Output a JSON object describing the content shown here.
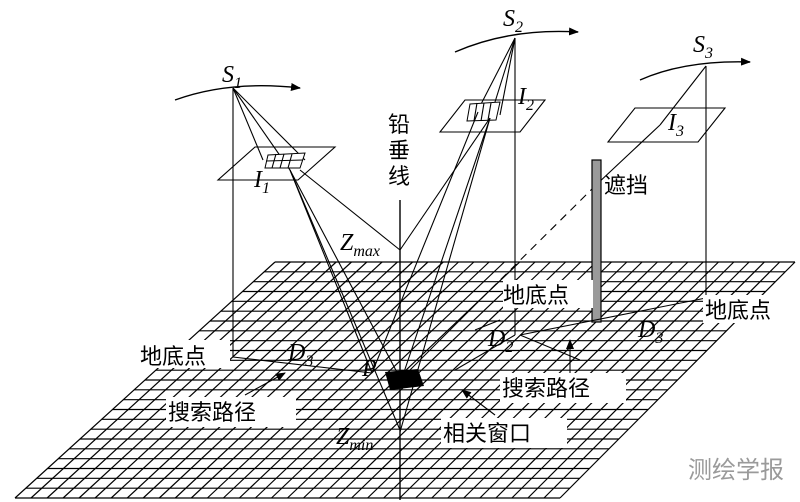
{
  "labels": {
    "s1": "S",
    "s1_sub": "1",
    "s2": "S",
    "s2_sub": "2",
    "s3": "S",
    "s3_sub": "3",
    "i1": "I",
    "i1_sub": "1",
    "i2": "I",
    "i2_sub": "2",
    "i3": "I",
    "i3_sub": "3",
    "plumb_line": "铅垂线",
    "z_max": "Z",
    "z_max_sub": "max",
    "z_min": "Z",
    "z_min_sub": "min",
    "p": "P",
    "occlusion": "遮挡",
    "nadir_left": "地底点",
    "nadir_mid": "地底点",
    "nadir_right": "地底点",
    "d3_left": "D",
    "d3_left_sub": "3",
    "d2": "D",
    "d2_sub": "2",
    "d3_right": "D",
    "d3_right_sub": "3",
    "search_path_left": "搜索路径",
    "search_path_right": "搜索路径",
    "correlation_window": "相关窗口",
    "watermark": "测绘学报"
  }
}
